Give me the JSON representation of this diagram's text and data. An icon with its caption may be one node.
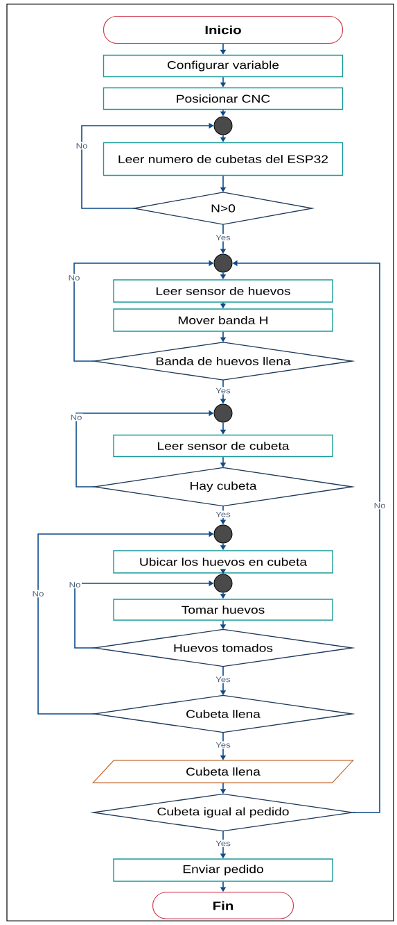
{
  "diagram": {
    "nodes": [
      {
        "text": [
          "Inicio"
        ]
      },
      {
        "text": [
          "Configurar variable"
        ]
      },
      {
        "text": [
          "Posicionar CNC"
        ]
      },
      {
        "text": [],
        "shape": "circle"
      },
      {
        "text": [
          "Leer numero de cubetas del ESP32"
        ]
      },
      {
        "text": [
          "N>0"
        ]
      },
      {
        "text": [],
        "shape": "circle"
      },
      {
        "text": [
          "Leer sensor de huevos"
        ]
      },
      {
        "text": [
          "Mover banda H"
        ]
      },
      {
        "text": [
          "Banda de huevos llena"
        ]
      },
      {
        "text": [],
        "shape": "circle"
      },
      {
        "text": [
          "Leer sensor de cubeta"
        ]
      },
      {
        "text": [
          "Hay cubeta"
        ]
      },
      {
        "text": [],
        "shape": "circle"
      },
      {
        "text": [
          "Ubicar los huevos en cubeta"
        ]
      },
      {
        "text": [],
        "shape": "circle"
      },
      {
        "text": [
          "Tomar huevos"
        ]
      },
      {
        "text": [
          "Huevos tomados"
        ]
      },
      {
        "text": [
          "Cubeta llena"
        ]
      },
      {
        "text": [
          "Cubeta llena"
        ]
      },
      {
        "text": [
          "Cubeta igual al pedido"
        ]
      },
      {
        "text": [
          "Enviar pedido"
        ]
      },
      {
        "text": [
          "Fin"
        ]
      }
    ],
    "edges": [
      {
        "from": 0,
        "to": 1,
        "arrow": "to"
      },
      {
        "from": 1,
        "to": 2,
        "arrow": "to"
      },
      {
        "from": 2,
        "to": 3,
        "arrow": "to"
      },
      {
        "from": 3,
        "to": 4,
        "arrow": "to"
      },
      {
        "from": 4,
        "to": 5,
        "arrow": "to"
      },
      {
        "from": 5,
        "to": 3,
        "arrow": "to",
        "label": "No"
      },
      {
        "from": 5,
        "to": 6,
        "arrow": "to",
        "label": "Yes"
      },
      {
        "from": 6,
        "to": 7,
        "arrow": "to"
      },
      {
        "from": 7,
        "to": 8,
        "arrow": "to"
      },
      {
        "from": 8,
        "to": 9,
        "arrow": "to"
      },
      {
        "from": 9,
        "to": 6,
        "arrow": "to",
        "label": "No"
      },
      {
        "from": 9,
        "to": 10,
        "arrow": "to",
        "label": "Yes"
      },
      {
        "from": 12,
        "to": 10,
        "arrow": "to",
        "label": "No"
      },
      {
        "from": 10,
        "to": 11,
        "arrow": "to"
      },
      {
        "from": 11,
        "to": 12,
        "arrow": "to"
      },
      {
        "from": 12,
        "to": 13,
        "arrow": "to",
        "label": "Yes"
      },
      {
        "from": 13,
        "to": 14,
        "arrow": "to"
      },
      {
        "from": 14,
        "to": 15,
        "arrow": "to"
      },
      {
        "from": 15,
        "to": 16,
        "arrow": "to"
      },
      {
        "from": 16,
        "to": 17,
        "arrow": "to"
      },
      {
        "from": 17,
        "to": 15,
        "arrow": "to",
        "label": "No"
      },
      {
        "from": 17,
        "to": 18,
        "arrow": "to",
        "label": "Yes"
      },
      {
        "from": 18,
        "to": 13,
        "arrow": "to",
        "label": "No"
      },
      {
        "from": 18,
        "to": 19,
        "arrow": "to",
        "label": "Yes"
      },
      {
        "from": 19,
        "to": 20,
        "arrow": "to"
      },
      {
        "from": 20,
        "to": 6,
        "arrow": "to",
        "label": "No"
      },
      {
        "from": 20,
        "to": 21,
        "arrow": "to",
        "label": "Yes"
      },
      {
        "from": 21,
        "to": 22,
        "arrow": "to"
      }
    ]
  }
}
